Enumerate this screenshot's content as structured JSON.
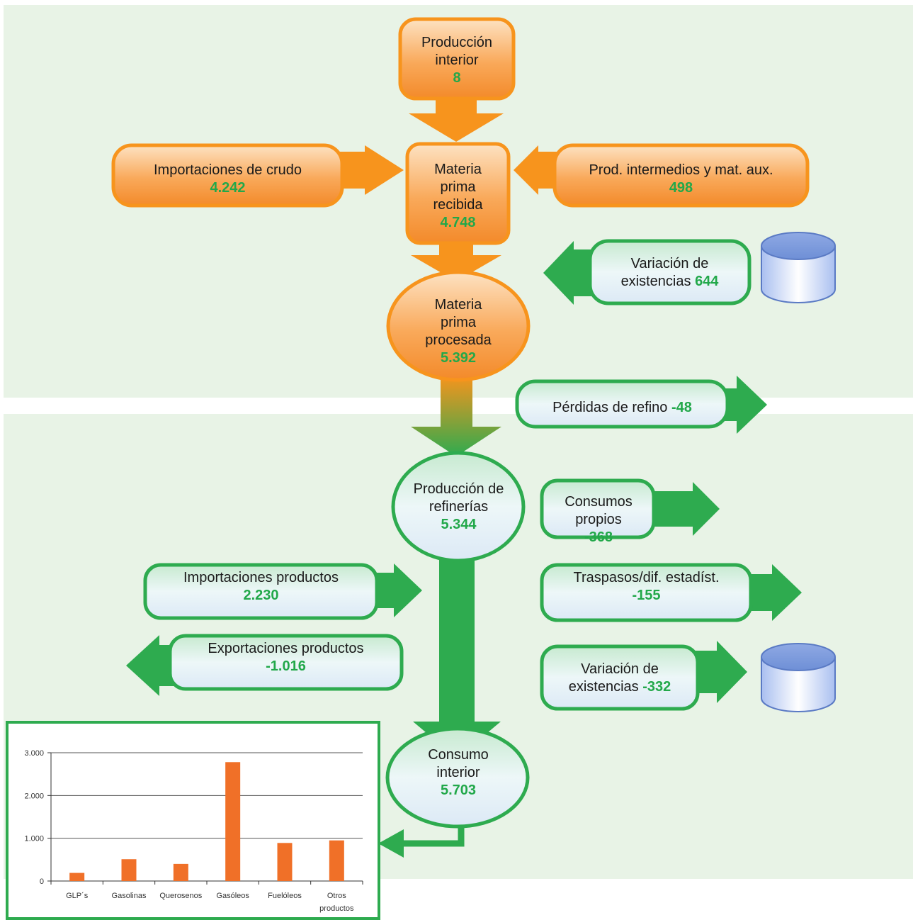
{
  "nodes": {
    "produccion_interior": {
      "label": "Producción interior",
      "value": "8"
    },
    "importaciones_crudo": {
      "label": "Importaciones de crudo",
      "value": "4.242"
    },
    "materia_prima_recibida": {
      "label": "Materia prima recibida",
      "value": "4.748"
    },
    "prod_intermedios": {
      "label": "Prod. intermedios y mat. aux.",
      "value": "498"
    },
    "variacion_existencias_1": {
      "label": "Variación de existencias",
      "value": "644"
    },
    "materia_prima_procesada": {
      "label": "Materia prima procesada",
      "value": "5.392"
    },
    "perdidas_refino": {
      "label": "Pérdidas de refino",
      "value": "-48"
    },
    "produccion_refinerias": {
      "label": "Producción de refinerías",
      "value": "5.344"
    },
    "consumos_propios": {
      "label": "Consumos propios",
      "value": "-368"
    },
    "importaciones_productos": {
      "label": "Importaciones productos",
      "value": "2.230"
    },
    "traspasos": {
      "label": "Traspasos/dif. estadíst.",
      "value": "-155"
    },
    "exportaciones_productos": {
      "label": "Exportaciones productos",
      "value": "-1.016"
    },
    "variacion_existencias_2": {
      "label": "Variación de existencias",
      "value": "-332"
    },
    "consumo_interior": {
      "label": "Consumo interior",
      "value": "5.703"
    }
  },
  "colors": {
    "orange": "#f7941d",
    "green": "#2eab4f",
    "value_green": "#22a84a",
    "bar": "#f07028",
    "panel": "#e8f3e6",
    "cylinder": "#7b9bd8"
  },
  "chart_data": {
    "type": "bar",
    "categories": [
      "GLP´s",
      "Gasolinas",
      "Querosenos",
      "Gasóleos",
      "Fuelóleos",
      "Otros productos"
    ],
    "values": [
      190,
      510,
      400,
      2780,
      890,
      950
    ],
    "yticks": [
      "0",
      "1.000",
      "2.000",
      "3.000"
    ],
    "ylim": [
      0,
      3000
    ],
    "grid": true,
    "title": "",
    "xlabel": "",
    "ylabel": ""
  }
}
